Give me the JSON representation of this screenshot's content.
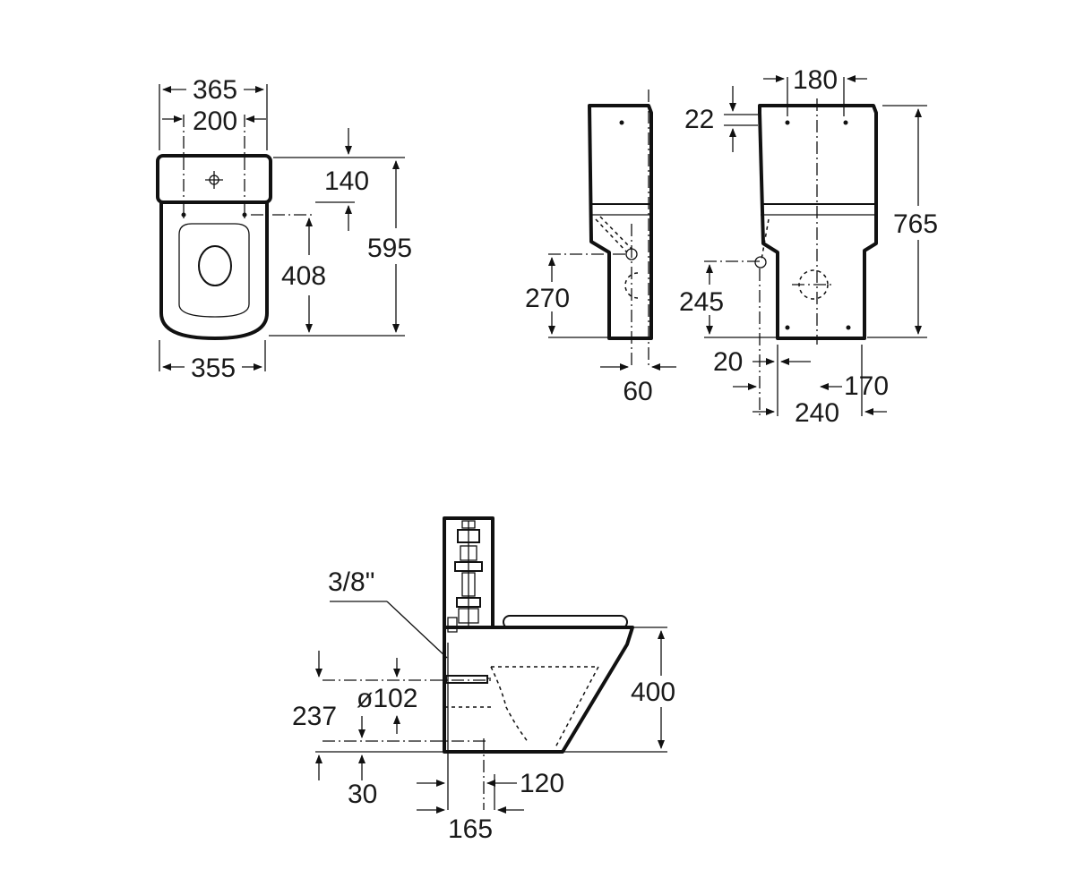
{
  "top_view": {
    "dim_width_tank": "365",
    "dim_fixing_centers": "200",
    "dim_tank_depth": "140",
    "dim_fixing_to_front": "408",
    "dim_total_depth": "595",
    "dim_bowl_width": "355"
  },
  "side_view": {
    "dim_inlet_height": "270",
    "dim_inlet_offset": "60"
  },
  "rear_view": {
    "dim_top_holes": "180",
    "dim_lid_thickness": "22",
    "dim_total_height": "765",
    "dim_inlet_height": "245",
    "dim_inlet_side": "20",
    "dim_outlet_center": "170",
    "dim_base_width": "240"
  },
  "section_view": {
    "label_inlet": "3/8\"",
    "dim_outlet_diameter": "ø102",
    "dim_outlet_height": "237",
    "dim_bowl_height": "400",
    "dim_base_offset": "30",
    "dim_outlet_to_wall": "120",
    "dim_total_offset": "165"
  }
}
